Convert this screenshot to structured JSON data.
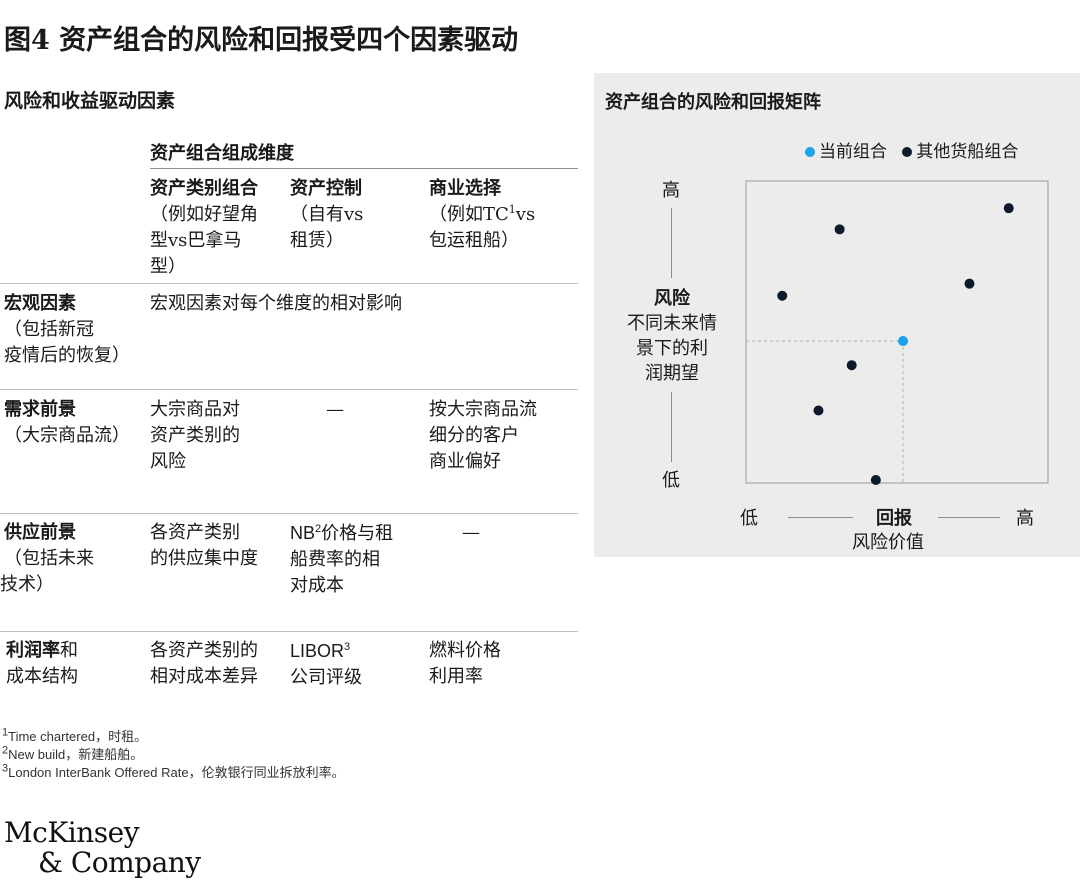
{
  "title": "图4 资产组合的风险和回报受四个因素驱动",
  "table": {
    "heading": "风险和收益驱动因素",
    "dimension_header": "资产组合组成维度",
    "columns": [
      {
        "bold": "资产类别组合",
        "sub": [
          "（例如好望角",
          "型vs巴拿马",
          "型）"
        ]
      },
      {
        "bold": "资产控制",
        "sub": [
          "（自有vs",
          "租赁）"
        ]
      },
      {
        "bold": "商业选择",
        "sub_pre": "（例如TC",
        "sub_sup": "1",
        "sub_post": "vs",
        "sub2": "包运租船）"
      }
    ],
    "rows": [
      {
        "bold": "宏观因素",
        "sub": [
          "（包括新冠",
          "疫情后的恢复）"
        ],
        "span_text": "宏观因素对每个维度的相对影响"
      },
      {
        "bold": "需求前景",
        "sub": [
          "（大宗商品流）"
        ],
        "c1": [
          "大宗商品对",
          "资产类别的",
          "风险"
        ],
        "c2": [
          "—"
        ],
        "c3": [
          "按大宗商品流",
          "细分的客户",
          "商业偏好"
        ]
      },
      {
        "bold": "供应前景",
        "sub": [
          "（包括未来",
          "技术）"
        ],
        "c1": [
          "各资产类别",
          "的供应集中度"
        ],
        "c2_pre": "NB",
        "c2_sup": "2",
        "c2_post": "价格与租",
        "c2_more": [
          "船费率的相",
          "对成本"
        ],
        "c3": [
          "—"
        ]
      },
      {
        "bold": "利润率",
        "bold_tail": "和",
        "sub": [
          "成本结构"
        ],
        "c1": [
          "各资产类别的",
          "相对成本差异"
        ],
        "c2_pre": "LIBOR",
        "c2_sup": "3",
        "c2_more": [
          "公司评级"
        ],
        "c3": [
          "燃料价格",
          "利用率"
        ]
      }
    ]
  },
  "footnotes": [
    {
      "num": "1",
      "en": "Time chartered，",
      "zh": "时租。"
    },
    {
      "num": "2",
      "en": "New build，",
      "zh": "新建船舶。"
    },
    {
      "num": "3",
      "en": "London InterBank Offered Rate，",
      "zh": "伦敦银行同业拆放利率。"
    }
  ],
  "logo": {
    "line1": "McKinsey",
    "line2": "& Company"
  },
  "chart_data": {
    "type": "scatter",
    "title": "资产组合的风险和回报矩阵",
    "x_axis": {
      "label": "回报",
      "sublabel": "风险价值",
      "low": "低",
      "high": "高"
    },
    "y_axis": {
      "label": "风险",
      "sublabel": [
        "不同未来情",
        "景下的利",
        "润期望"
      ],
      "low": "低",
      "high": "高"
    },
    "xlim": [
      0,
      1
    ],
    "ylim": [
      0,
      1
    ],
    "series": [
      {
        "name": "当前组合",
        "color": "#1aa3e8",
        "points": [
          {
            "x": 0.52,
            "y": 0.47
          }
        ]
      },
      {
        "name": "其他货船组合",
        "color": "#0c1a2c",
        "points": [
          {
            "x": 0.31,
            "y": 0.84
          },
          {
            "x": 0.87,
            "y": 0.91
          },
          {
            "x": 0.12,
            "y": 0.62
          },
          {
            "x": 0.74,
            "y": 0.66
          },
          {
            "x": 0.35,
            "y": 0.39
          },
          {
            "x": 0.24,
            "y": 0.24
          },
          {
            "x": 0.43,
            "y": 0.01
          }
        ]
      }
    ],
    "reference_lines": "dashed lines from current portfolio point to both axes",
    "grid": false,
    "legend_position": "top-right"
  }
}
